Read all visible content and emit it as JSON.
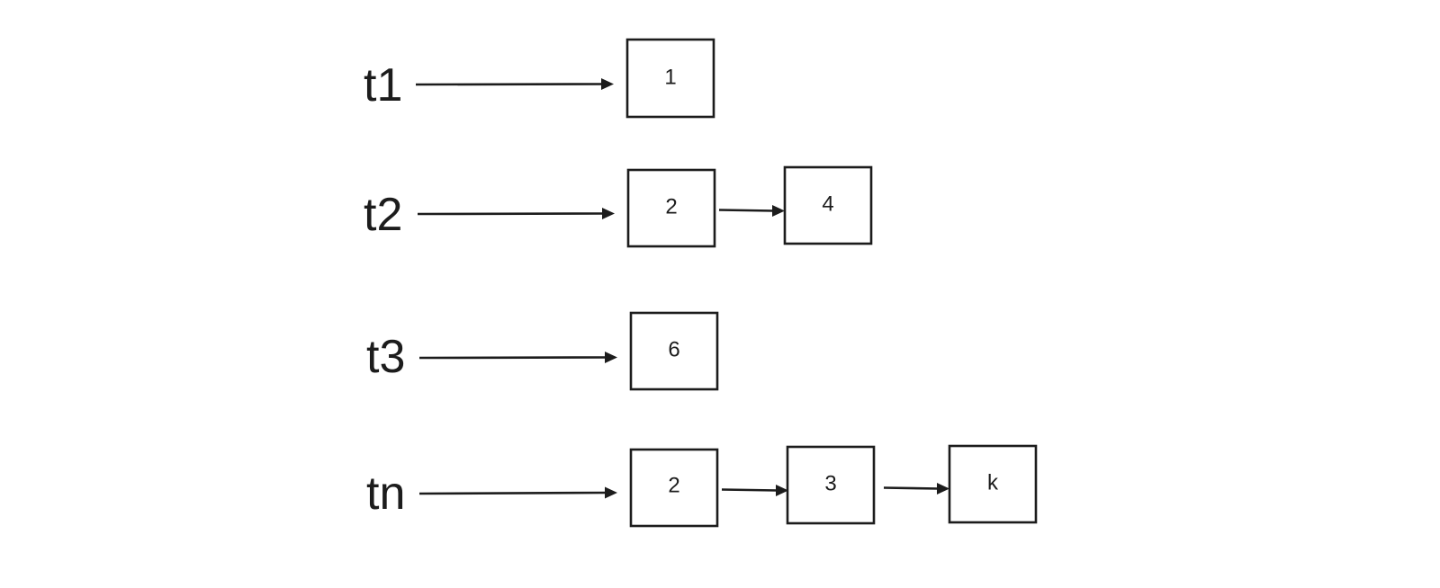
{
  "diagram": {
    "rows": [
      {
        "label": "t1",
        "nodes": [
          "1"
        ]
      },
      {
        "label": "t2",
        "nodes": [
          "2",
          "4"
        ]
      },
      {
        "label": "t3",
        "nodes": [
          "6"
        ]
      },
      {
        "label": "tn",
        "nodes": [
          "2",
          "3",
          "k"
        ]
      }
    ]
  }
}
